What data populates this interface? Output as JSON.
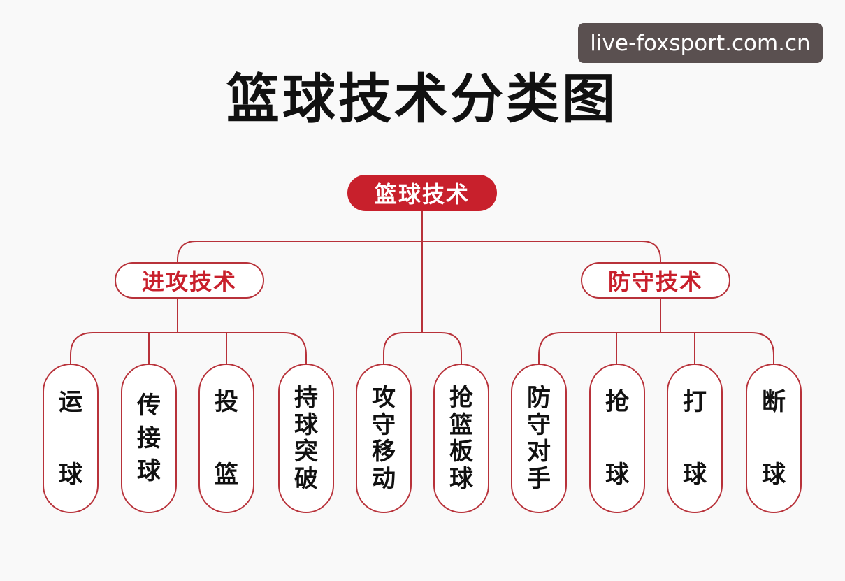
{
  "watermark": "live-foxsport.com.cn",
  "title": "篮球技术分类图",
  "colors": {
    "accent": "#c8202c",
    "line": "#b8323a",
    "text": "#111111",
    "background": "#f9f9f9"
  },
  "root": {
    "label": "篮球技术"
  },
  "categories": [
    {
      "label": "进攻技术"
    },
    {
      "label": "防守技术"
    }
  ],
  "leaves": [
    {
      "label": "运球",
      "chars": [
        "运",
        "球"
      ]
    },
    {
      "label": "传接球",
      "chars": [
        "传",
        "接",
        "球"
      ]
    },
    {
      "label": "投篮",
      "chars": [
        "投",
        "篮"
      ]
    },
    {
      "label": "持球突破",
      "chars": [
        "持",
        "球",
        "突",
        "破"
      ]
    },
    {
      "label": "攻守移动",
      "chars": [
        "攻",
        "守",
        "移",
        "动"
      ]
    },
    {
      "label": "抢篮板球",
      "chars": [
        "抢",
        "篮",
        "板",
        "球"
      ]
    },
    {
      "label": "防守对手",
      "chars": [
        "防",
        "守",
        "对",
        "手"
      ]
    },
    {
      "label": "抢球",
      "chars": [
        "抢",
        "球"
      ]
    },
    {
      "label": "打球",
      "chars": [
        "打",
        "球"
      ]
    },
    {
      "label": "断球",
      "chars": [
        "断",
        "球"
      ]
    }
  ]
}
